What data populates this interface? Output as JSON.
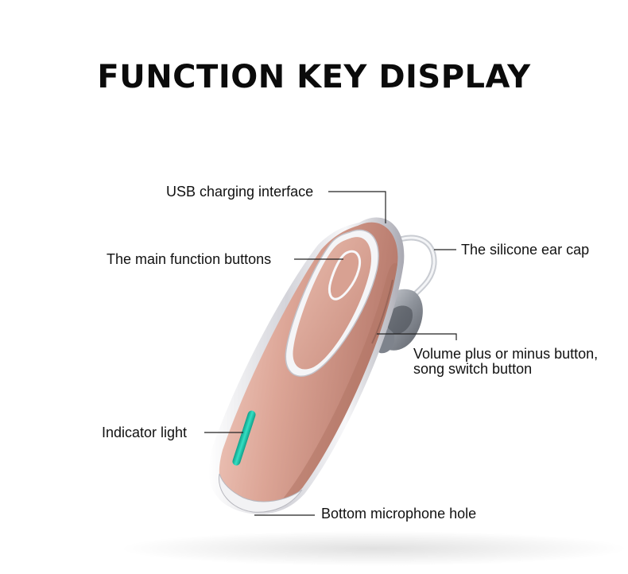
{
  "title": "FUNCTION KEY DISPLAY",
  "colors": {
    "body_pink": "#d9a293",
    "body_shadow": "#b97c6e",
    "chrome": "#e6e6ea",
    "indicator": "#19b9a2",
    "leader": "#222222"
  },
  "labels": {
    "usb": "USB charging interface",
    "main_buttons": "The main function buttons",
    "ear_cap": "The silicone ear cap",
    "volume_line1": "Volume plus or minus button,",
    "volume_line2": "song switch button",
    "indicator": "Indicator light",
    "microphone": "Bottom microphone hole"
  }
}
